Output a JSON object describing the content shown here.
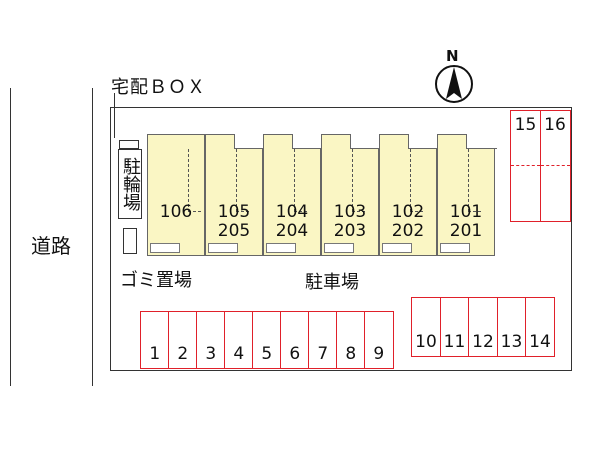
{
  "labels": {
    "road": "道路",
    "delivery_box": "宅配ＢＯＸ",
    "bicycle_parking": "駐輪場",
    "garbage": "ゴミ置場",
    "parking": "駐車場",
    "north": "N"
  },
  "units": [
    {
      "lower": "106",
      "upper": ""
    },
    {
      "lower": "105",
      "upper": "205"
    },
    {
      "lower": "104",
      "upper": "204"
    },
    {
      "lower": "103",
      "upper": "203"
    },
    {
      "lower": "102",
      "upper": "202"
    },
    {
      "lower": "101",
      "upper": "201"
    }
  ],
  "parking_spaces": {
    "bottom_left": [
      "1",
      "2",
      "3",
      "4",
      "5",
      "6",
      "7",
      "8",
      "9"
    ],
    "bottom_right": [
      "10",
      "11",
      "12",
      "13",
      "14"
    ],
    "top_right": [
      "15",
      "16"
    ]
  },
  "colors": {
    "parking_border": "#e0202a",
    "building_fill": "#faf6c4"
  }
}
